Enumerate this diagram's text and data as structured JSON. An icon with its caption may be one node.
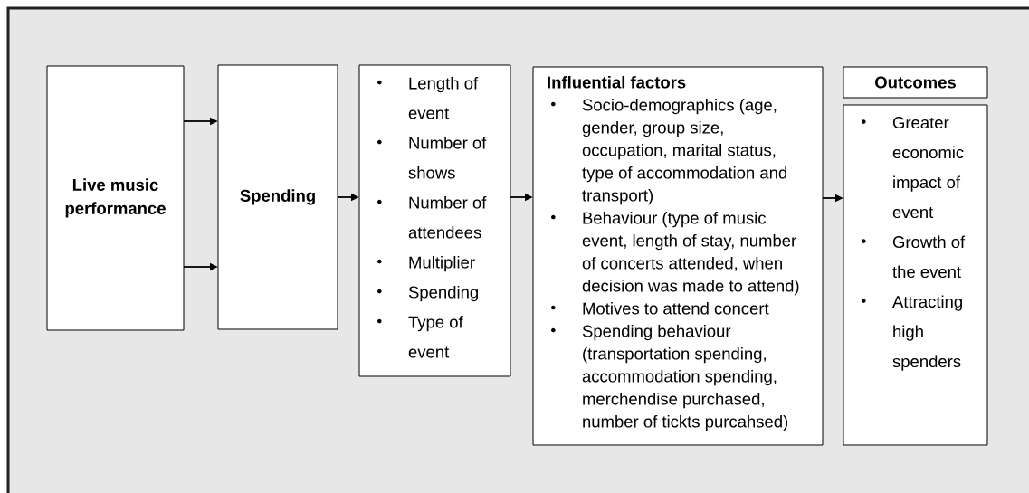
{
  "diagram": {
    "nodes": [
      {
        "text": [
          "Live music performance"
        ]
      },
      {
        "text": [
          "Spending"
        ]
      },
      {
        "text": [
          "Length of event",
          "Number of shows",
          "Number of attendees",
          "Multiplier",
          "Spending",
          "Type of event"
        ]
      },
      {
        "text": [
          "Influential factors",
          "Socio-demographics (age, gender, group size, occupation, marital status, type of accommodation and transport)",
          "Behaviour (type of music event, length of stay, number of concerts attended, when decision was made to attend)",
          "Motives to attend concert",
          "Spending behaviour (transportation spending, accommodation spending, merchendise purchased, number of tickts purcahsed)"
        ]
      },
      {
        "text": [
          "Outcomes"
        ]
      },
      {
        "text": [
          "Greater economic impact of event",
          "Growth of the event",
          "Attracting high spenders"
        ]
      }
    ],
    "edges": [
      {
        "from": 0,
        "to": 1,
        "arrow": "to"
      },
      {
        "from": 0,
        "to": 1,
        "arrow": "to"
      },
      {
        "from": 1,
        "to": 2,
        "arrow": "to"
      },
      {
        "from": 2,
        "to": 3,
        "arrow": "to"
      },
      {
        "from": 3,
        "to": 5,
        "arrow": "to"
      }
    ]
  }
}
